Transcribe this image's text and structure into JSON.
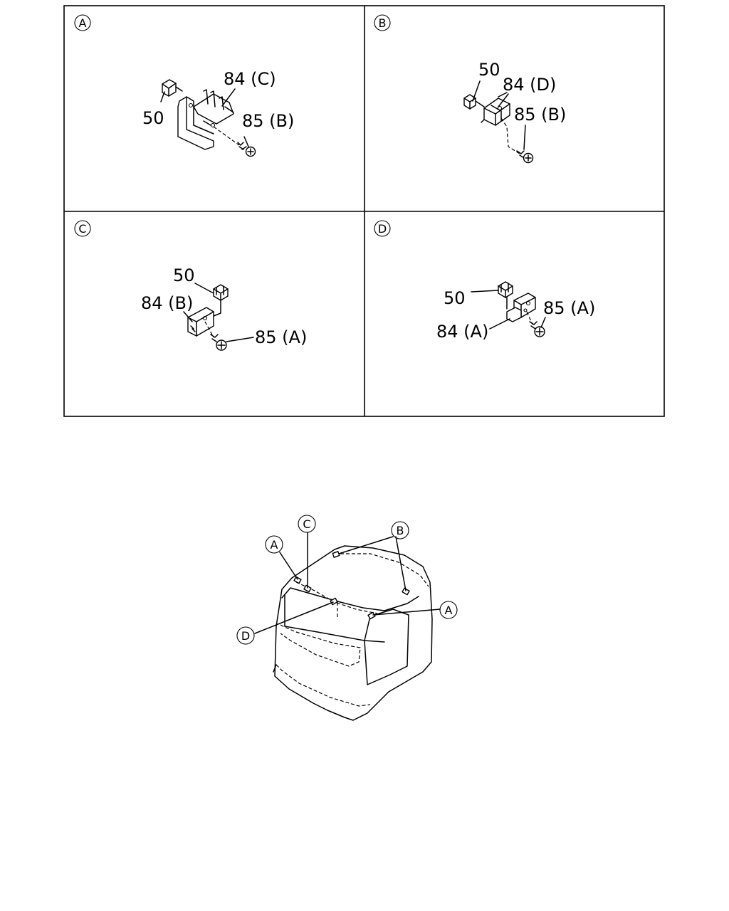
{
  "panels": {
    "a": {
      "letter": "A",
      "labels": {
        "clip": "50",
        "bracket": "84 (C)",
        "screw": "85 (B)"
      }
    },
    "b": {
      "letter": "B",
      "labels": {
        "clip": "50",
        "bracket": "84 (D)",
        "screw": "85 (B)"
      }
    },
    "c": {
      "letter": "C",
      "labels": {
        "clip": "50",
        "bracket": "84 (B)",
        "screw": "85 (A)"
      }
    },
    "d": {
      "letter": "D",
      "labels": {
        "clip": "50",
        "bracket": "84 (A)",
        "screw": "85 (A)"
      }
    }
  },
  "overview": {
    "markers": {
      "a_left": "A",
      "c": "C",
      "b": "B",
      "a_right": "A",
      "d": "D"
    }
  }
}
